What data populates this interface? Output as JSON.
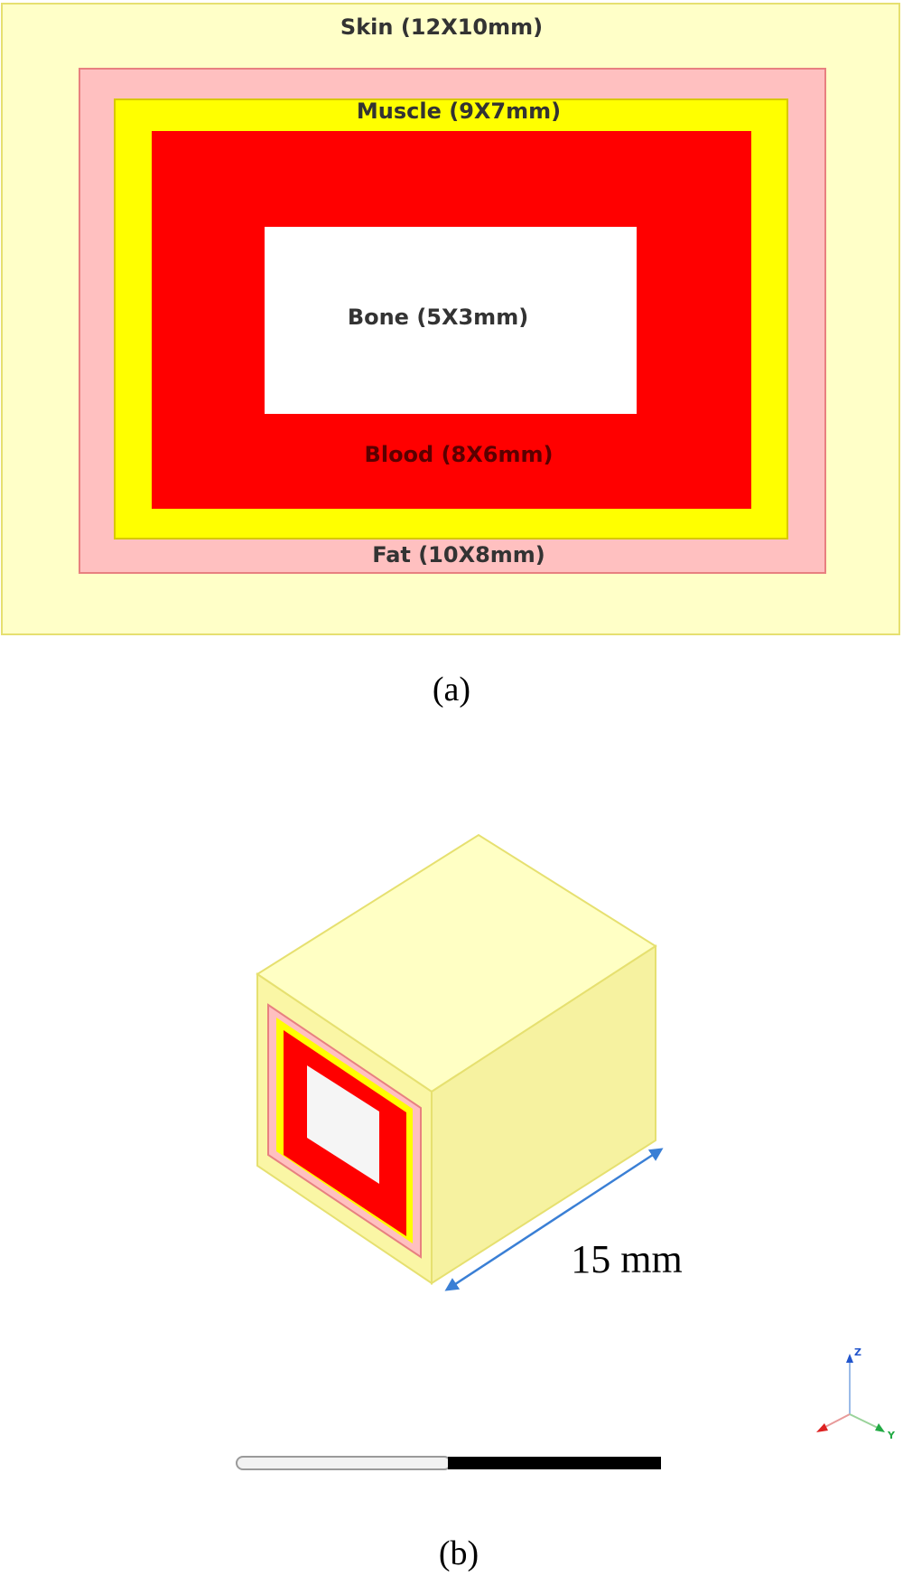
{
  "panel_a": {
    "layers": [
      {
        "key": "skin",
        "label": "Skin (12X10mm)",
        "color": "#FFFFC8"
      },
      {
        "key": "fat",
        "label": "Fat (10X8mm)",
        "color": "#FFC0C0"
      },
      {
        "key": "muscle",
        "label": "Muscle (9X7mm)",
        "color": "#FFFF00"
      },
      {
        "key": "blood",
        "label": "Blood (8X6mm)",
        "color": "#FF0000"
      },
      {
        "key": "bone",
        "label": "Bone (5X3mm)",
        "color": "#FFFFFF"
      }
    ],
    "caption": "(a)"
  },
  "panel_b": {
    "dimension_label": "15 mm",
    "caption": "(b)",
    "axes": {
      "z": "Z",
      "y": "Y"
    }
  }
}
